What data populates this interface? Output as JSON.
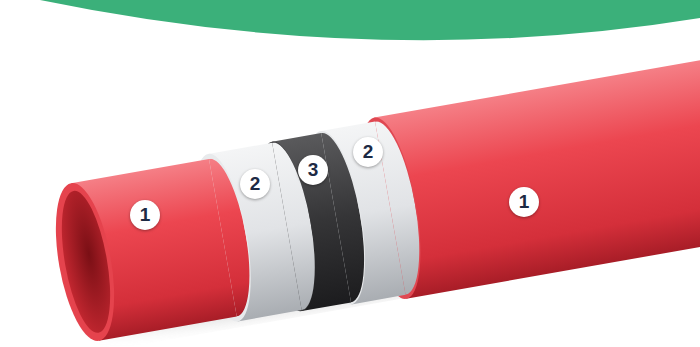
{
  "diagram": {
    "labels": [
      "1",
      "2",
      "3",
      "2",
      "1"
    ]
  }
}
